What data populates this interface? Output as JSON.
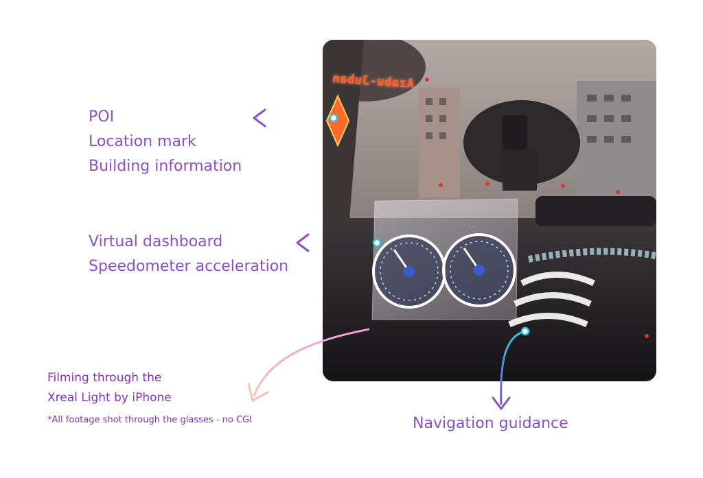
{
  "annotations": {
    "poi": {
      "lines": [
        "POI",
        "Location mark",
        "Building information"
      ]
    },
    "dashboard": {
      "lines": [
        "Virtual dashboard",
        "Speedometer acceleration"
      ]
    },
    "navigation": {
      "label": "Navigation guidance"
    }
  },
  "filming": {
    "lines": [
      "Filming through the",
      "Xreal Light by iPhone"
    ],
    "note": "*All footage shot through the glasses - no CGI"
  },
  "photo": {
    "sign_text": "Azabu-Juban"
  },
  "colors": {
    "label_purple": "#8a4fc9",
    "arrow_cyan": "#2ec4e6",
    "arrow_purple": "#8a4fc9",
    "arrow_pink": "#f0a6d8",
    "poi_marker": "#ff6a2a"
  }
}
